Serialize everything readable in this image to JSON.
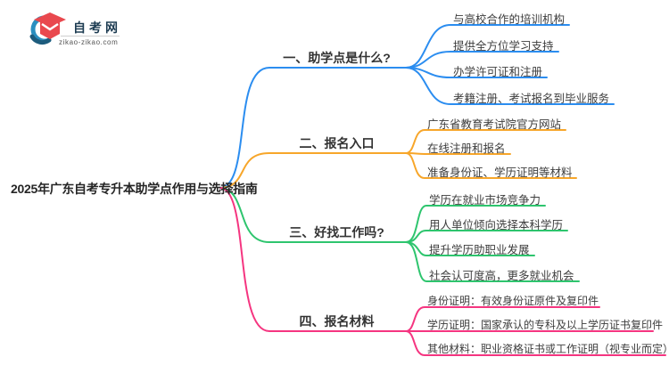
{
  "logo": {
    "title": "自考网",
    "subtitle": "zikao-zikao.com",
    "icon": "graduation-cap-with-blue-crescent",
    "colors": {
      "crescent": "#2a8fc0",
      "crescent_dark": "#1d5c7d",
      "cap": "#e9484e"
    }
  },
  "central_topic": "2025年广东自考专升本助学点作用与选择指南",
  "branches": [
    {
      "label": "一、助学点是什么?",
      "color": "#2b8df0",
      "children": [
        "与高校合作的培训机构",
        "提供全方位学习支持",
        "办学许可证和注册",
        "考籍注册、考试报名到毕业服务"
      ]
    },
    {
      "label": "二、报名入口",
      "color": "#f7a62a",
      "children": [
        "广东省教育考试院官方网站",
        "在线注册和报名",
        "准备身份证、学历证明等材料"
      ]
    },
    {
      "label": "三、好找工作吗?",
      "color": "#2ec56e",
      "children": [
        "学历在就业市场竞争力",
        "用人单位倾向选择本科学历",
        "提升学历助职业发展",
        "社会认可度高，更多就业机会"
      ]
    },
    {
      "label": "四、报名材料",
      "color": "#f53580",
      "children": [
        "身份证明：有效身份证原件及复印件",
        "学历证明：国家承认的专科及以上学历证书复印件",
        "其他材料：职业资格证书或工作证明（视专业而定）"
      ]
    }
  ]
}
